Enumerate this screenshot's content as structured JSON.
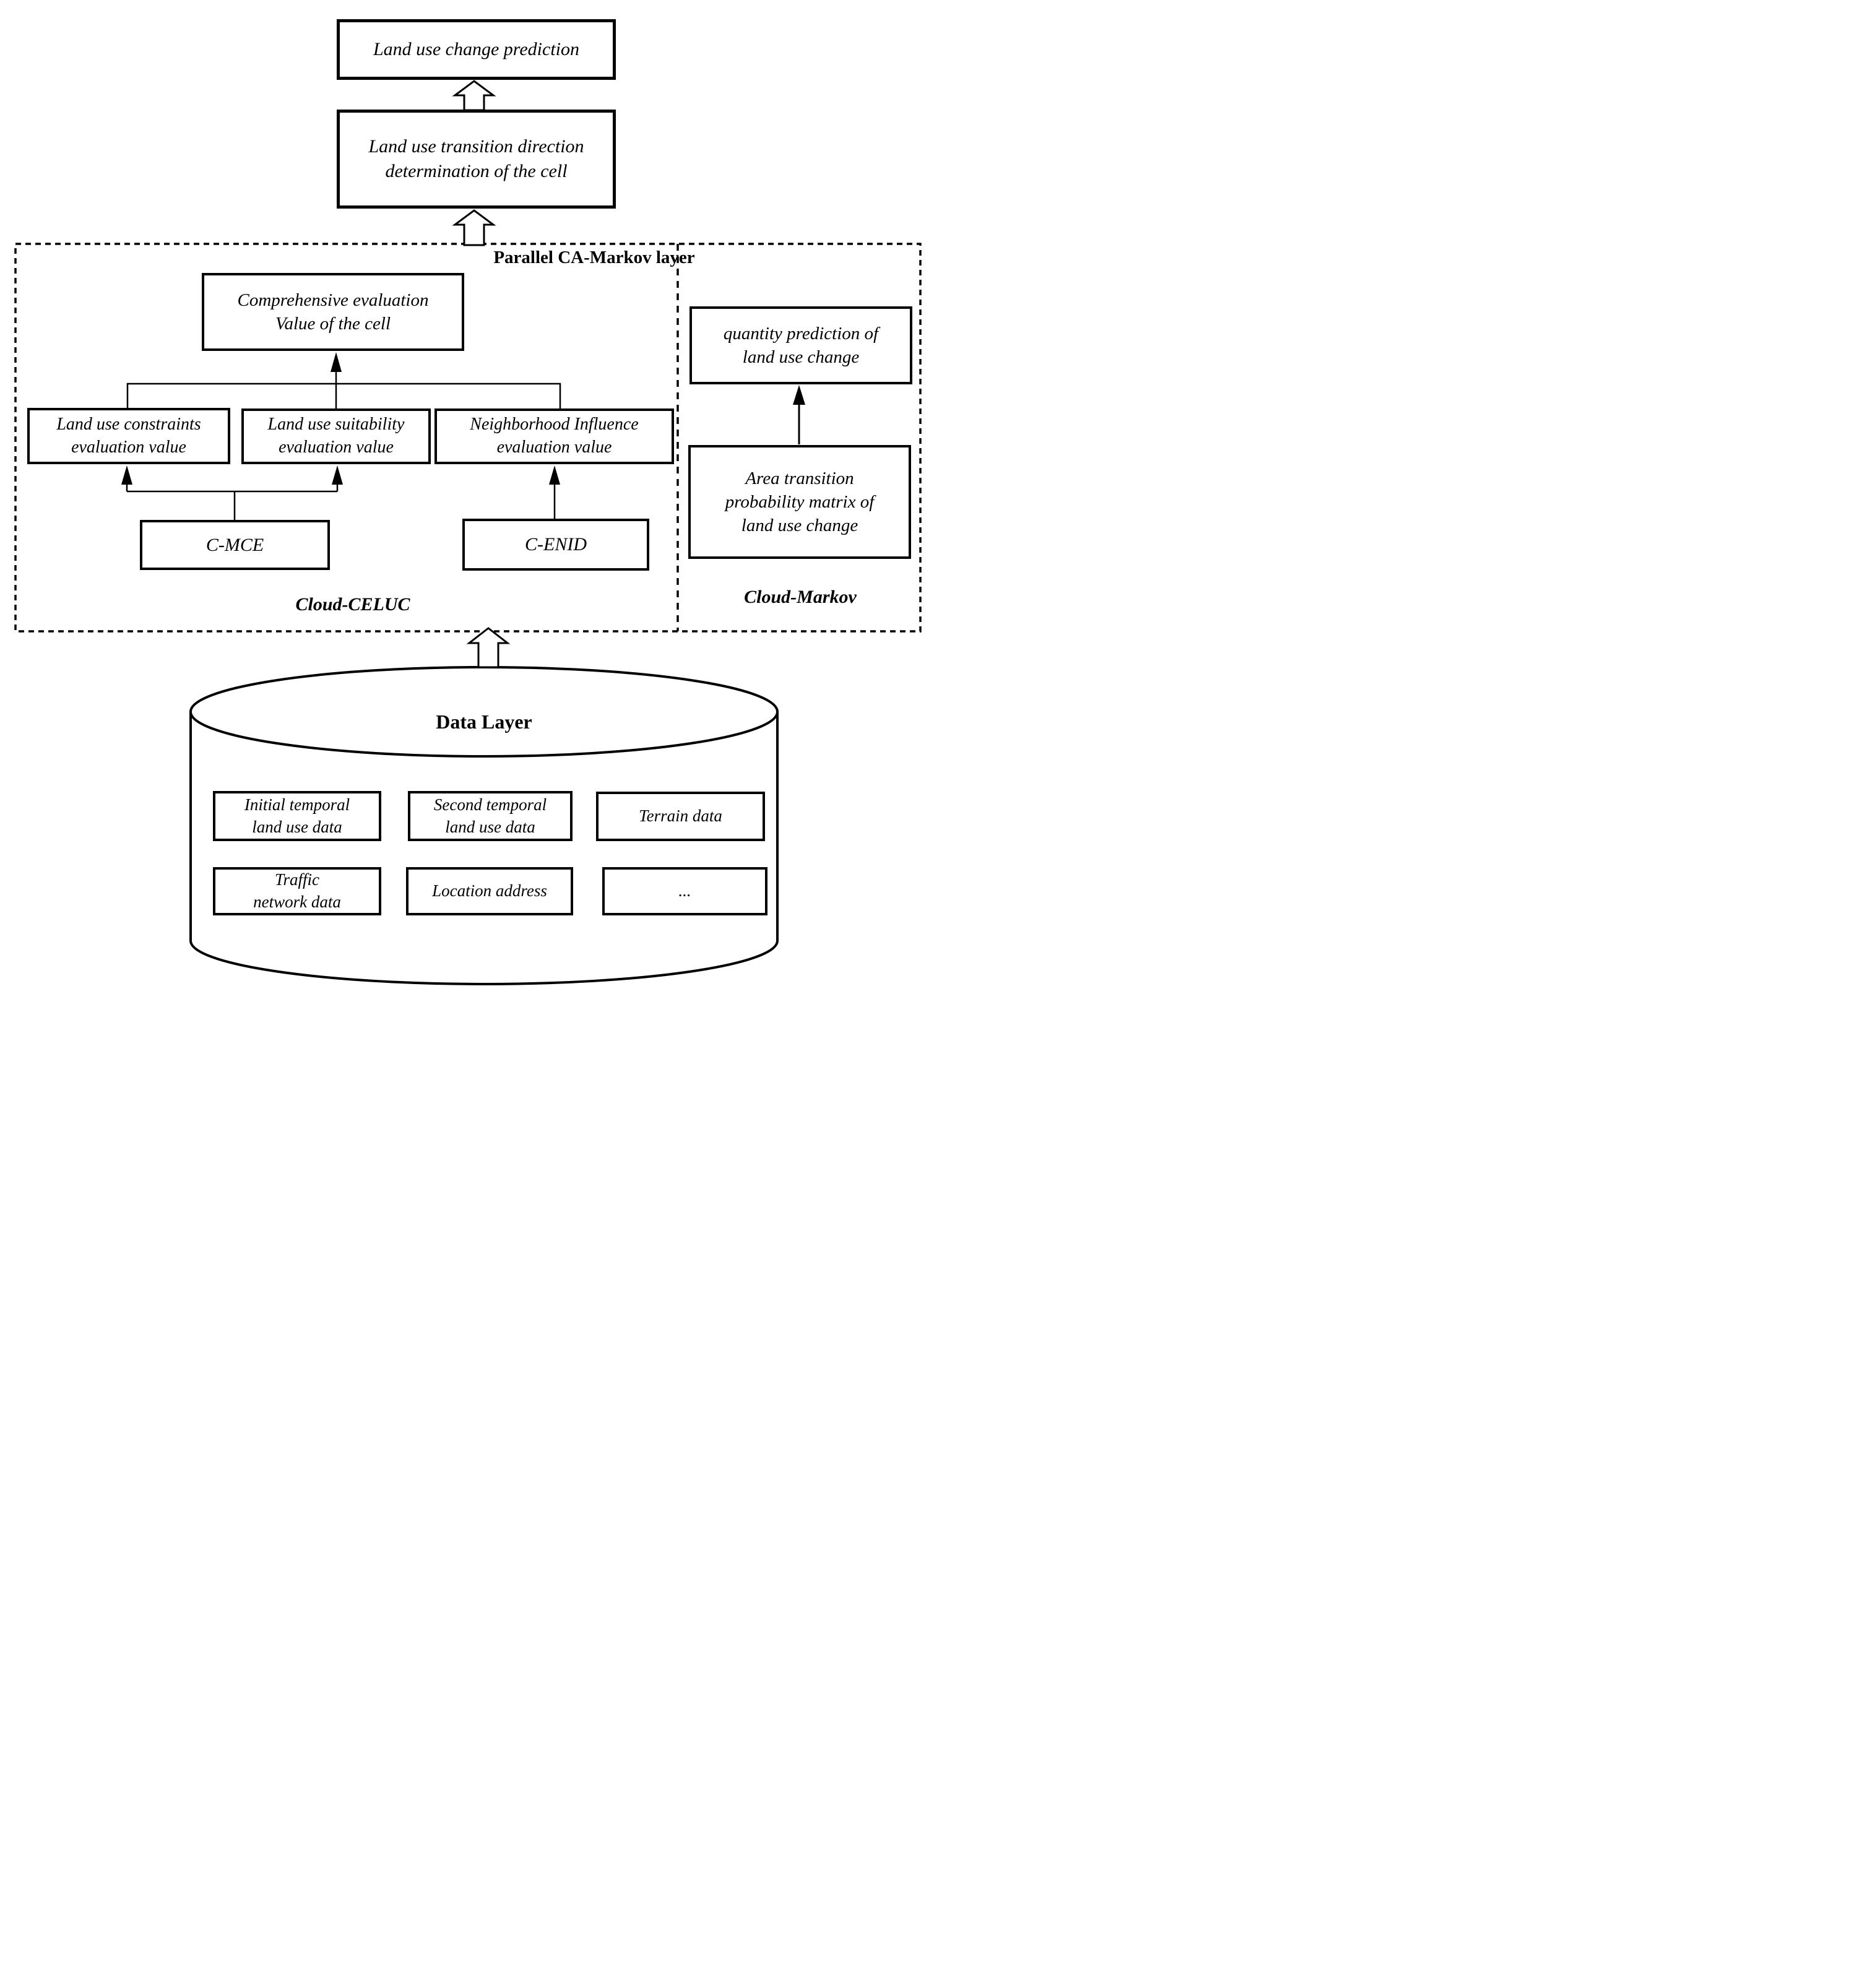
{
  "diagram": {
    "top_flow": {
      "prediction": "Land use change prediction",
      "transition_line1": "Land use transition direction",
      "transition_line2": "determination of the cell"
    },
    "ca_markov_layer": {
      "title": "Parallel CA-Markov layer",
      "cloud_celuc": {
        "comprehensive_line1": "Comprehensive evaluation",
        "comprehensive_line2": "Value of the cell",
        "constraints_line1": "Land use constraints",
        "constraints_line2": "evaluation value",
        "suitability_line1": "Land use suitability",
        "suitability_line2": "evaluation value",
        "neighborhood_line1": "Neighborhood Influence",
        "neighborhood_line2": "evaluation value",
        "cmce": "C-MCE",
        "cenid": "C-ENID",
        "label": "Cloud-CELUC"
      },
      "cloud_markov": {
        "quantity_line1": "quantity prediction of",
        "quantity_line2": "land use change",
        "area_line1": "Area transition",
        "area_line2": "probability matrix of",
        "area_line3": "land use change",
        "label": "Cloud-Markov"
      }
    },
    "data_layer": {
      "title": "Data Layer",
      "initial_line1": "Initial temporal",
      "initial_line2": "land use data",
      "second_line1": "Second temporal",
      "second_line2": "land use data",
      "terrain": "Terrain data",
      "traffic_line1": "Traffic",
      "traffic_line2": "network data",
      "location": "Location address",
      "more": "..."
    },
    "colors": {
      "ink": "#000000",
      "background": "#ffffff"
    }
  }
}
